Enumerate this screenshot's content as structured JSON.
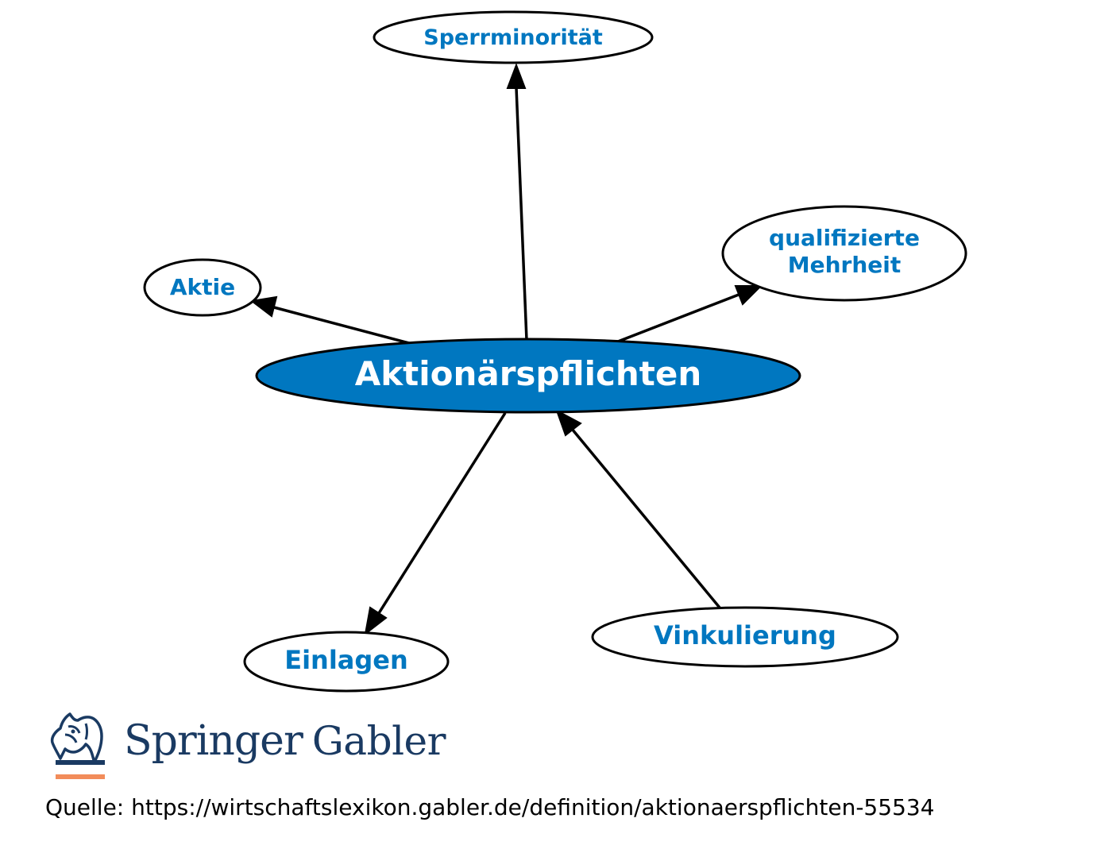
{
  "diagram": {
    "center": "Aktionärspflichten",
    "nodes": {
      "sperrminoritaet": "Sperrminorität",
      "aktie": "Aktie",
      "qualifizierte_line1": "qualifizierte",
      "qualifizierte_line2": "Mehrheit",
      "einlagen": "Einlagen",
      "vinkulierung": "Vinkulierung"
    },
    "edges": [
      {
        "from": "Aktionärspflichten",
        "to": "Sperrminorität"
      },
      {
        "from": "Aktionärspflichten",
        "to": "Aktie"
      },
      {
        "from": "Aktionärspflichten",
        "to": "qualifizierte Mehrheit"
      },
      {
        "from": "Aktionärspflichten",
        "to": "Einlagen"
      },
      {
        "from": "Vinkulierung",
        "to": "Aktionärspflichten"
      }
    ],
    "colors": {
      "center_fill": "#0077c0",
      "label": "#0077c0",
      "stroke": "#000000"
    }
  },
  "logo": {
    "springer": "Springer",
    "gabler": "Gabler",
    "colors": {
      "text": "#1a3a62",
      "underline": "#f28c5a"
    }
  },
  "source": "Quelle: https://wirtschaftslexikon.gabler.de/definition/aktionaerspflichten-55534"
}
